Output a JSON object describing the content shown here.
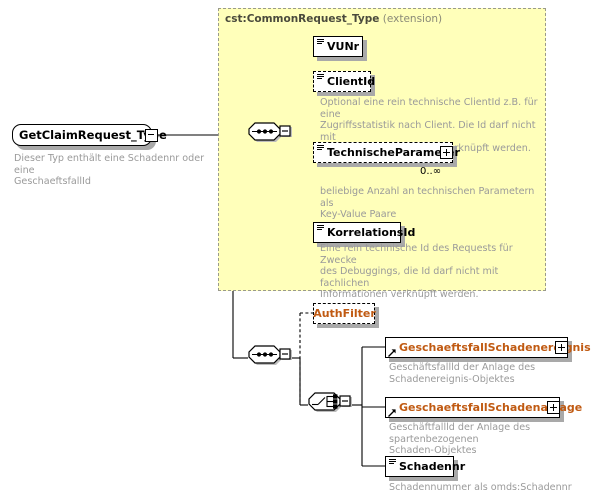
{
  "diagram": {
    "type": "xsd-schema-diagram",
    "root": {
      "name": "GetClaimRequest_Type",
      "annotation": "Dieser Typ enthält eine Schadennr oder eine\nGeschaeftsfallId",
      "expander": "minus-expander"
    },
    "group_box": {
      "title_main": "cst:CommonRequest_Type",
      "title_suffix": "(extension)",
      "fill_color": "#ffffba",
      "border_color": "#9a9a8a"
    },
    "compositors": [
      {
        "id": "sequence-top",
        "kind": "sequence",
        "symbol": "dots"
      },
      {
        "id": "sequence-bottom",
        "kind": "sequence",
        "symbol": "dots"
      },
      {
        "id": "choice",
        "kind": "choice",
        "symbol": "branch"
      }
    ],
    "elements": [
      {
        "id": "vunr",
        "label": "VUNr",
        "style": "solid",
        "icon": "element-lines-icon",
        "expander": null,
        "cardinality": null,
        "annotation": null
      },
      {
        "id": "clientid",
        "label": "ClientId",
        "style": "dashed",
        "icon": "element-lines-icon",
        "expander": null,
        "cardinality": null,
        "annotation": "Optional eine rein technische ClientId z.B. für eine\nZugriffsstatistik nach Client. Die Id darf nicht mit\nfachlichen Informationen verknüpft werden."
      },
      {
        "id": "technischeparameter",
        "label": "TechnischeParameter",
        "style": "dashed",
        "icon": "element-lines-icon",
        "expander": "plus-expander",
        "cardinality": "0..∞",
        "annotation": "beliebige Anzahl an technischen Parametern als\nKey-Value Paare"
      },
      {
        "id": "korrelationsid",
        "label": "KorrelationsId",
        "style": "solid",
        "icon": "element-lines-icon",
        "expander": null,
        "cardinality": null,
        "annotation": "Eine rein technische Id des Requests für Zwecke\ndes Debuggings, die Id darf nicht mit fachlichen\nInformationen verknüpft werden."
      },
      {
        "id": "authfilter",
        "label": "AuthFilter",
        "style": "dashed",
        "icon": null,
        "expander": null,
        "cardinality": null,
        "annotation": null,
        "label_color": "#c05a12"
      },
      {
        "id": "geschaeftsfallschadenereignis",
        "label": "GeschaeftsfallSchadenereignis",
        "style": "solid",
        "icon": "element-ref-arrow-icon",
        "expander": "plus-expander",
        "cardinality": null,
        "annotation": "Geschäftsfallld der Anlage des\nSchadenereignis-Objektes",
        "label_color": "#c05a12"
      },
      {
        "id": "geschaeftsfallschadenanlage",
        "label": "GeschaeftsfallSchadenanlage",
        "style": "solid",
        "icon": "element-ref-arrow-icon",
        "expander": "plus-expander",
        "cardinality": null,
        "annotation": "Geschäftfallld der Anlage des spartenbezogenen\nSchaden-Objektes",
        "label_color": "#c05a12"
      },
      {
        "id": "schadennr",
        "label": "Schadennr",
        "style": "solid",
        "icon": "element-lines-icon",
        "expander": null,
        "cardinality": null,
        "annotation": "Schadennummer als omds:Schadennr"
      }
    ]
  }
}
